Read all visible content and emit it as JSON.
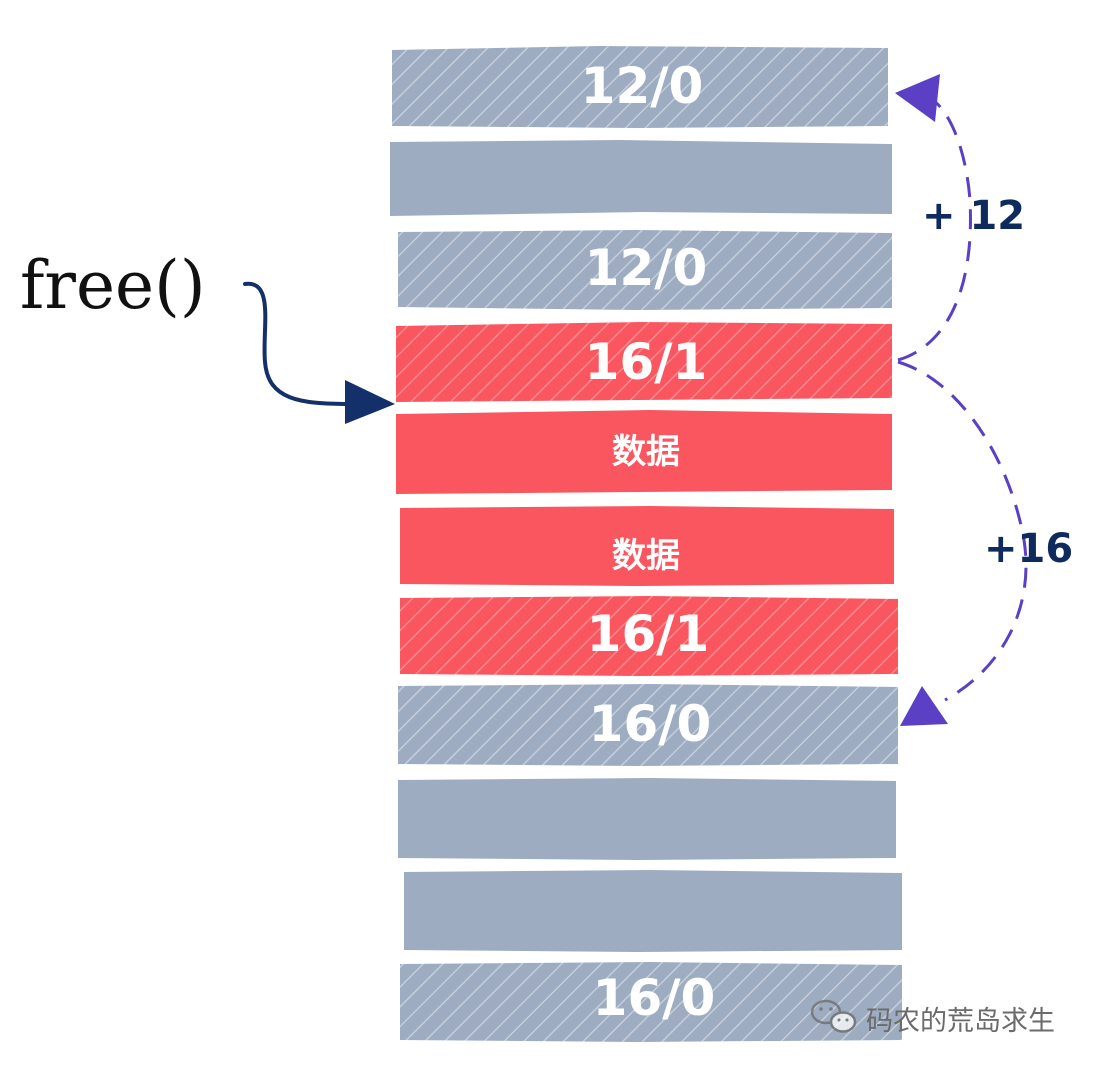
{
  "colors": {
    "gray_block": "#9eacc1",
    "red_block": "#f9565f",
    "arrow_blue": "#14306a",
    "dashed_purple": "#5b3fc4",
    "label_navy": "#0f2a5c"
  },
  "call_label": "free()",
  "blocks": [
    {
      "label": "12/0",
      "kind": "header",
      "color": "gray"
    },
    {
      "label": "",
      "kind": "data",
      "color": "gray"
    },
    {
      "label": "12/0",
      "kind": "footer",
      "color": "gray"
    },
    {
      "label": "16/1",
      "kind": "header",
      "color": "red"
    },
    {
      "label": "数据",
      "kind": "data",
      "color": "red"
    },
    {
      "label": "数据",
      "kind": "data",
      "color": "red"
    },
    {
      "label": "16/1",
      "kind": "footer",
      "color": "red"
    },
    {
      "label": "16/0",
      "kind": "header",
      "color": "gray"
    },
    {
      "label": "",
      "kind": "data",
      "color": "gray"
    },
    {
      "label": "",
      "kind": "data",
      "color": "gray"
    },
    {
      "label": "16/0",
      "kind": "footer",
      "color": "gray"
    }
  ],
  "jumps": {
    "up": "+ 12",
    "down": "+16"
  },
  "watermark": {
    "icon": "wechat-icon",
    "text": "码农的荒岛求生"
  }
}
